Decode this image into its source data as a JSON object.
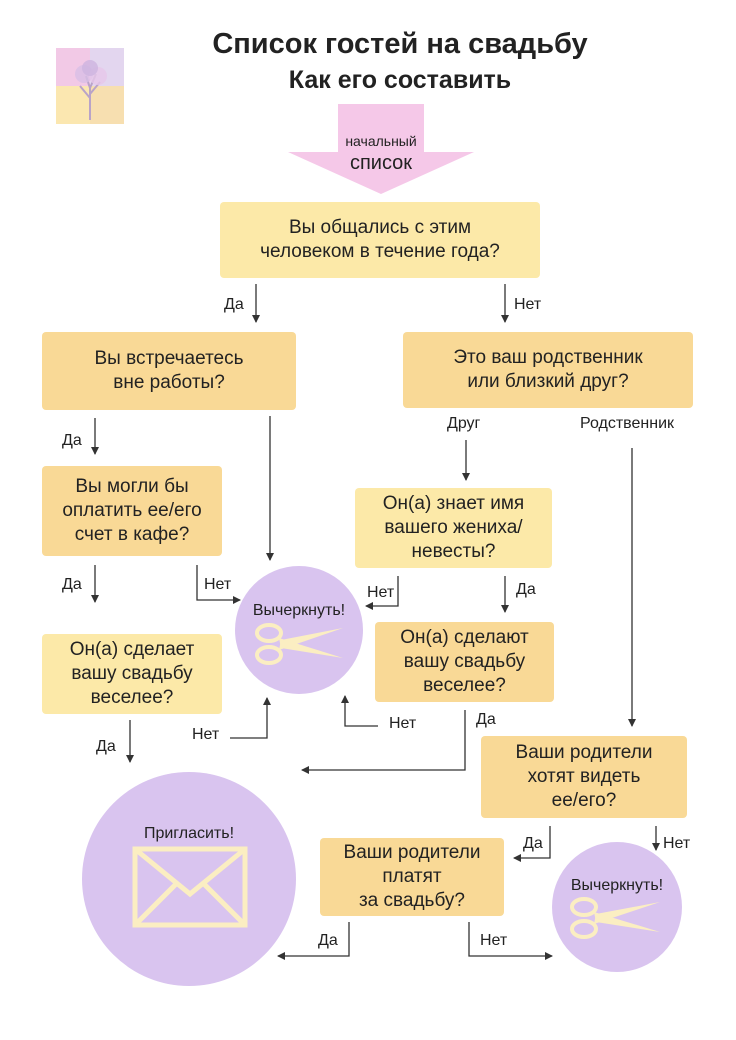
{
  "header": {
    "title": "Список гостей на свадьбу",
    "subtitle": "Как его составить"
  },
  "start": {
    "line1": "начальный",
    "line2": "список"
  },
  "questions": {
    "q1": "Вы общались с этим\nчеловеком в течение года?",
    "q2": "Вы встречаетесь\nвне работы?",
    "q3": "Это ваш родственник\nили близкий друг?",
    "q4": "Вы могли бы\nоплатить  ее/его\nсчет в кафе?",
    "q5": "Он(а) знает имя\nвашего жениха/\nневесты?",
    "q6": "Он(а) сделает\nвашу свадьбу\nвеселее?",
    "q7": "Он(а) сделают\nвашу свадьбу\nвеселее?",
    "q8": "Ваши родители\nхотят видеть\nее/его?",
    "q9": "Ваши родители\nплатят\nза свадьбу?"
  },
  "outcomes": {
    "cross_out_1": "Вычеркнуть!",
    "invite": "Пригласить!",
    "cross_out_2": "Вычеркнуть!"
  },
  "answers": {
    "yes": "Да",
    "no": "Нет",
    "friend": "Друг",
    "relative": "Родственник"
  },
  "colors": {
    "box_light": "#fce9a8",
    "box_orange": "#f9d996",
    "circle": "#d9c4ef",
    "start_arrow": "#f5c8e8"
  }
}
